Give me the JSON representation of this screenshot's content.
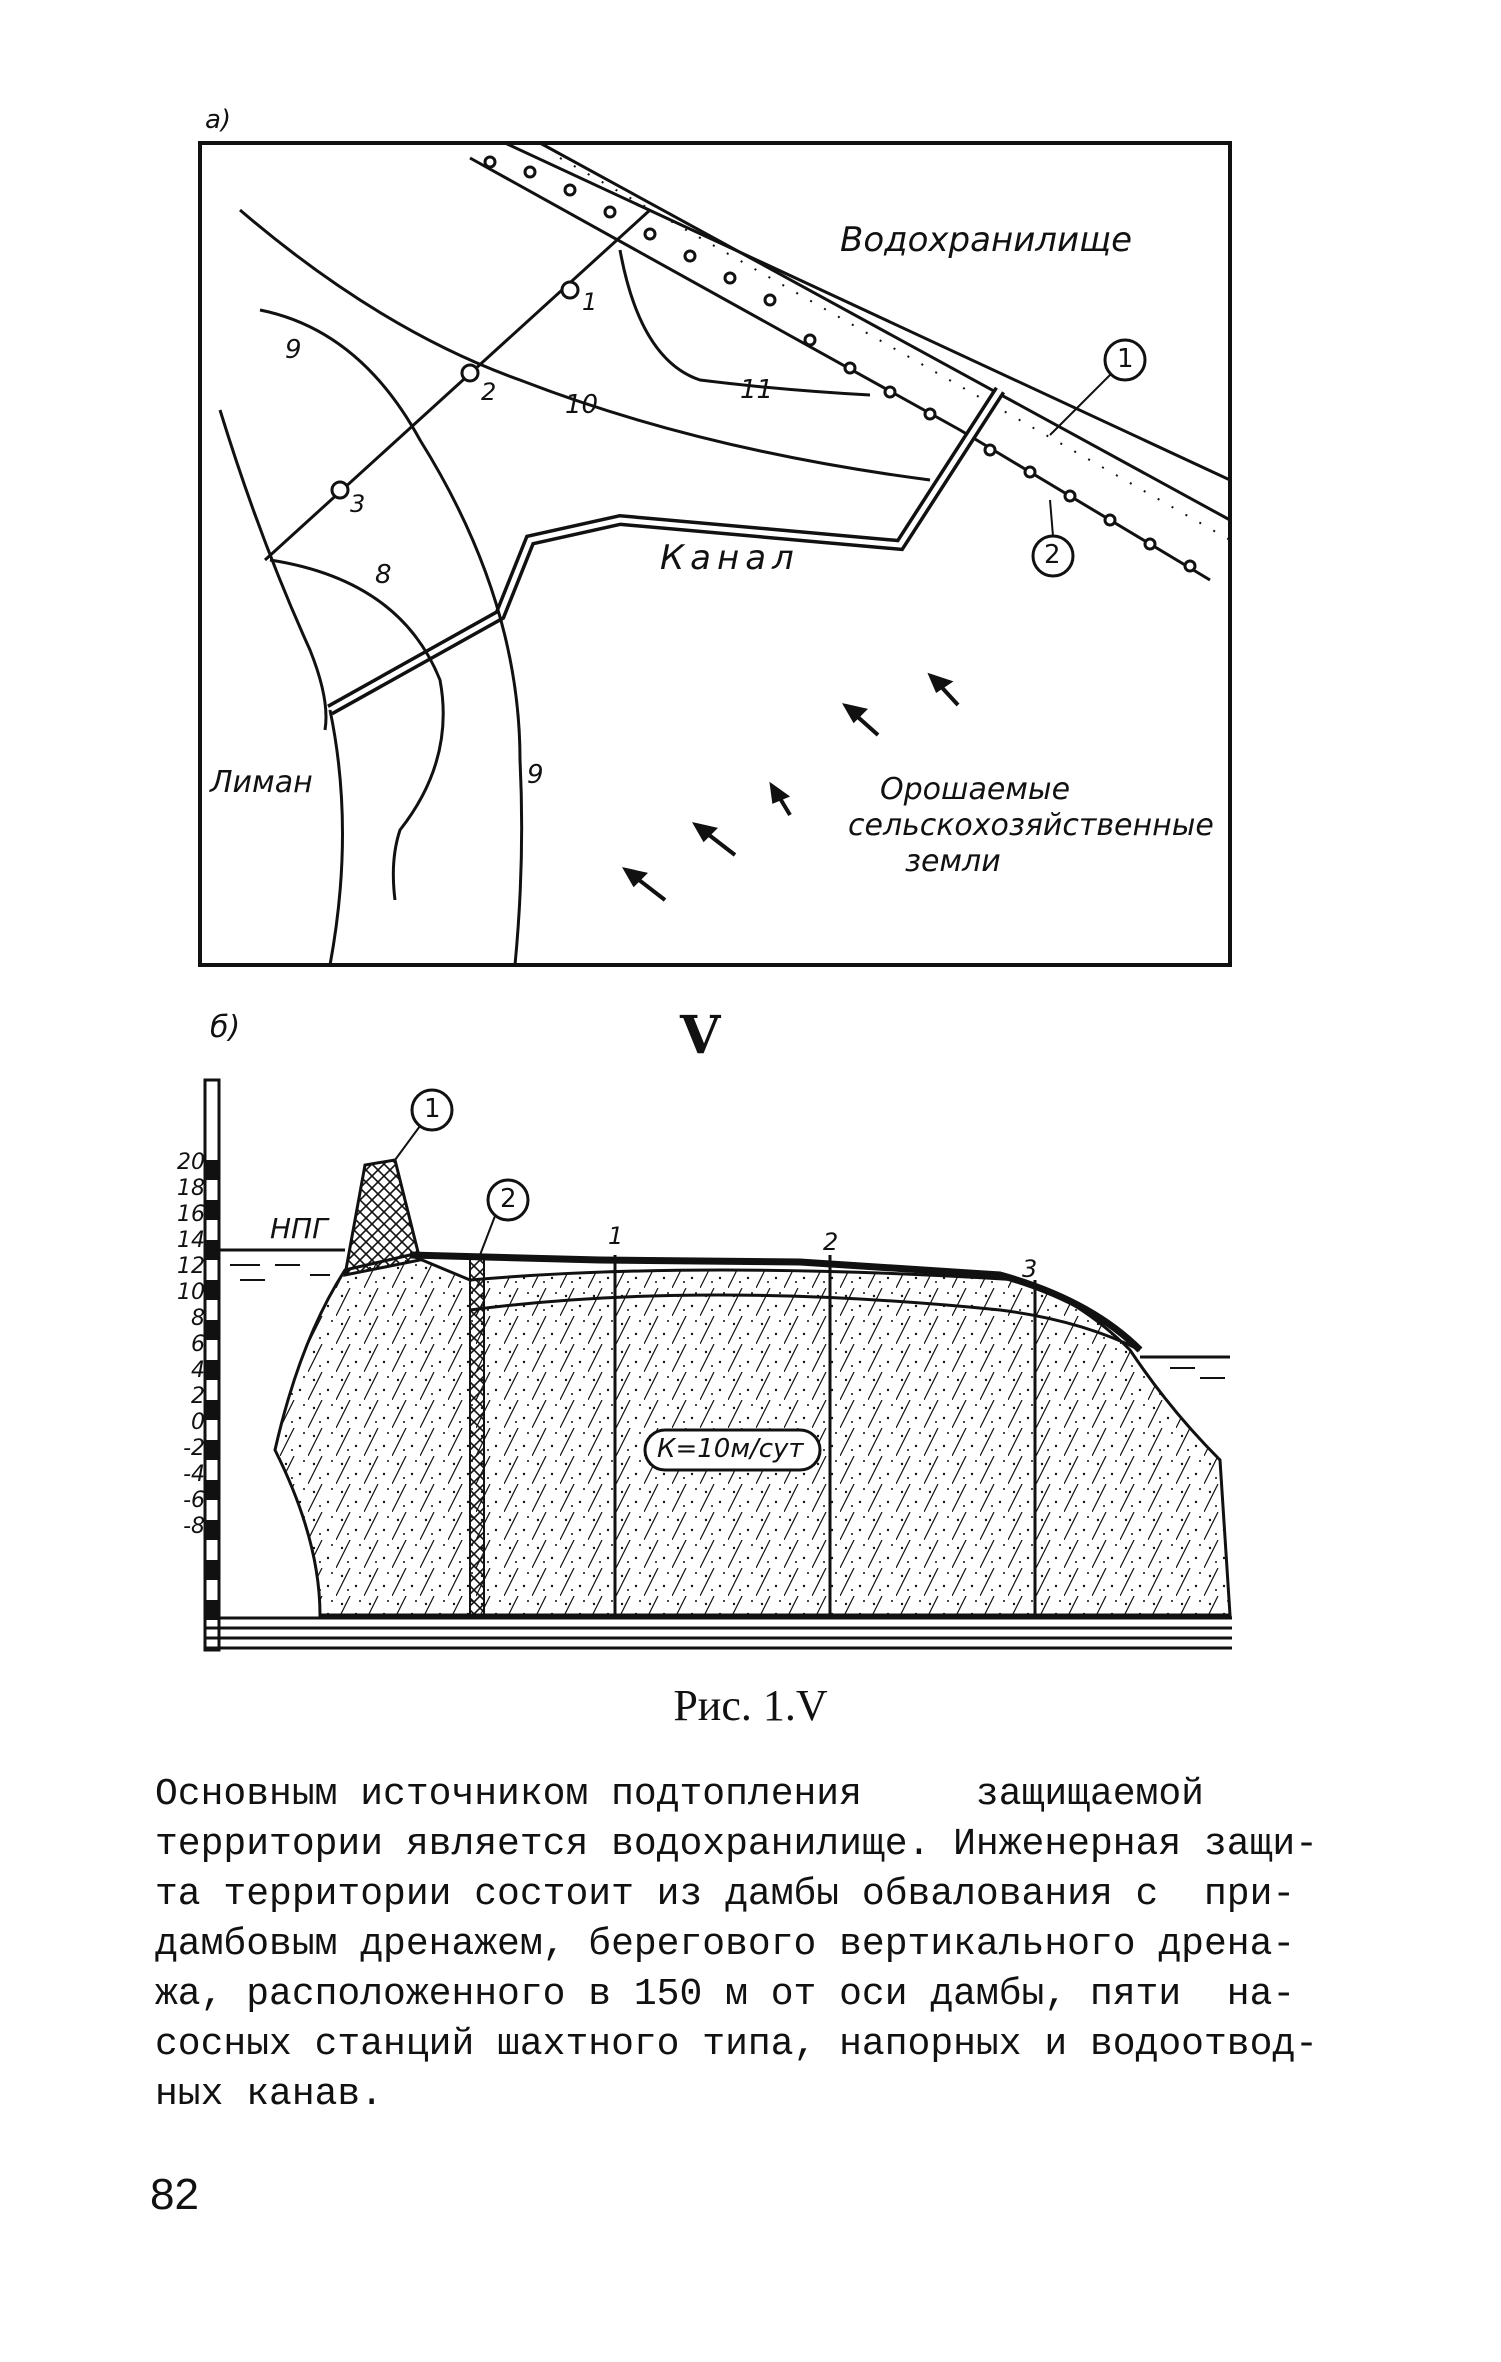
{
  "figure_a": {
    "panel_label": "а)",
    "reservoir_label": "Водохранилище",
    "canal_label": "Канал",
    "liman_label": "Лиман",
    "irrigated_label_lines": [
      "Орошаемые",
      "сельскохозяйственные",
      "земли"
    ],
    "contour_labels": [
      "9",
      "10",
      "11",
      "8",
      "9"
    ],
    "well_labels": [
      "1",
      "2",
      "3"
    ],
    "callout_labels": [
      "1",
      "2"
    ]
  },
  "roman_numeral": "V",
  "figure_b": {
    "panel_label": "б)",
    "scale_ticks": [
      "20",
      "18",
      "16",
      "14",
      "12",
      "10",
      "8",
      "6",
      "4",
      "2",
      "0",
      "-2",
      "-4",
      "-6",
      "-8"
    ],
    "water_level_label": "НПГ",
    "conductivity_label": "К=10м/сут",
    "well_labels": [
      "1",
      "2",
      "3"
    ],
    "callout_labels": [
      "1",
      "2"
    ]
  },
  "caption": "Рис. 1.V",
  "body_lines": [
    "Основным источником подтопления     защищаемой",
    "территории является водохранилище. Инженерная защи-",
    "та территории состоит из дамбы обвалования с  при-",
    "дамбовым дренажем, берегового вертикального дрена-",
    "жа, расположенного в 150 м от оси дамбы, пяти  на-",
    "сосных станций шахтного типа, напорных и водоотвод-",
    "ных канав."
  ],
  "page_number": "82"
}
